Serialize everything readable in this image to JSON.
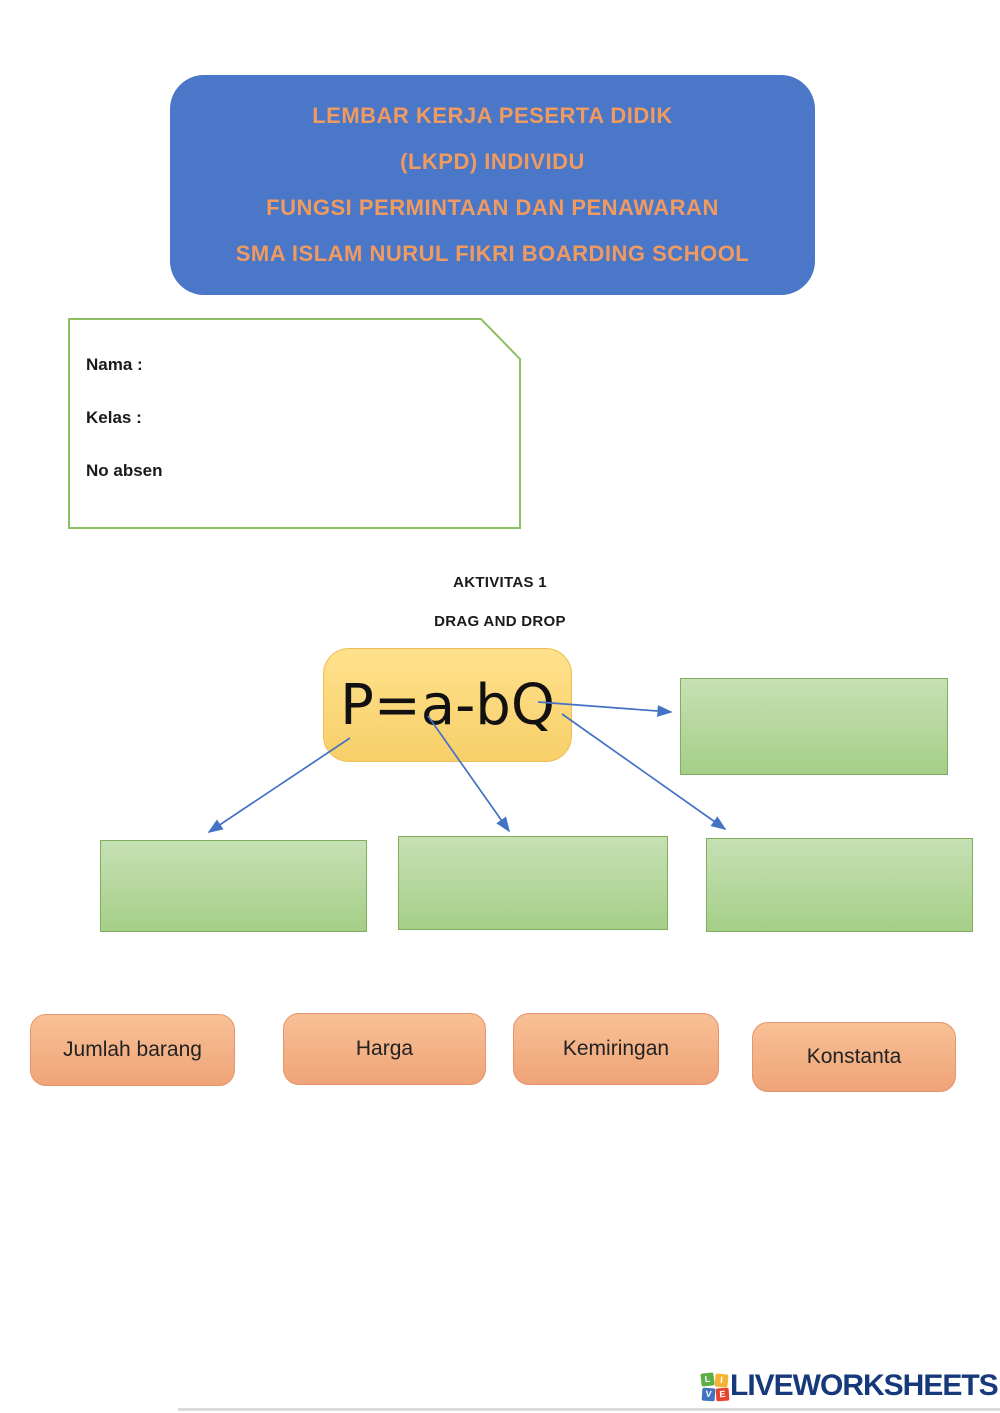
{
  "page": {
    "background": "#ffffff"
  },
  "header": {
    "bg_color": "#4a77c8",
    "text_color": "#f09a5f",
    "lines": [
      "LEMBAR KERJA PESERTA DIDIK",
      "(LKPD) INDIVIDU",
      "FUNGSI PERMINTAAN DAN PENAWARAN",
      "SMA ISLAM NURUL FIKRI BOARDING SCHOOL"
    ]
  },
  "student_info": {
    "border_color": "#8cc063",
    "fields": [
      {
        "label": "Nama :"
      },
      {
        "label": "Kelas :"
      },
      {
        "label": "No absen"
      }
    ]
  },
  "activity": {
    "title": "AKTIVITAS 1",
    "subtitle": "DRAG AND DROP"
  },
  "formula": {
    "text": "P=a-bQ",
    "bg_color": "#fbd96e",
    "border_color": "#edbe55"
  },
  "drop_zones": {
    "count": 4,
    "fill_color": "#abd28f",
    "border_color": "#7fae5c"
  },
  "drag_items": [
    {
      "label": "Jumlah barang"
    },
    {
      "label": "Harga"
    },
    {
      "label": "Kemiringan"
    },
    {
      "label": "Konstanta"
    }
  ],
  "arrows": {
    "color": "#4472c4"
  },
  "footer": {
    "brand": "LIVEWORKSHEETS",
    "brand_color": "#16397b",
    "tiles": [
      {
        "letter": "L",
        "color": "#5fad46"
      },
      {
        "letter": "I",
        "color": "#f6b333"
      },
      {
        "letter": "V",
        "color": "#4173be"
      },
      {
        "letter": "E",
        "color": "#e8432e"
      }
    ]
  }
}
